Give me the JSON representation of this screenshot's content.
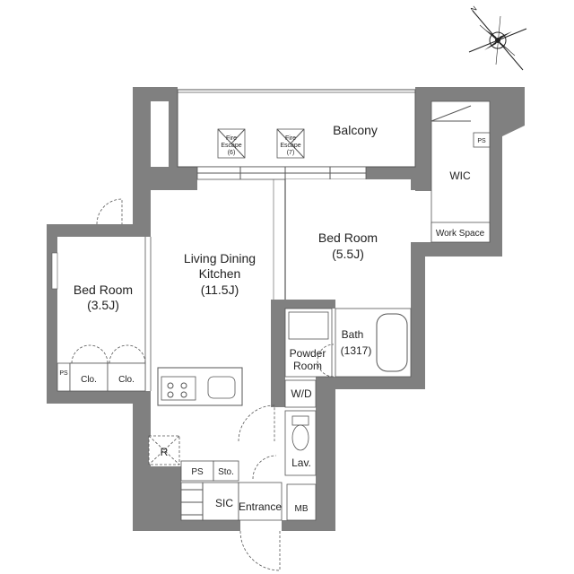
{
  "rooms": {
    "balcony": "Balcony",
    "wic": "WIC",
    "work_space": "Work Space",
    "ldk_line1": "Living Dining",
    "ldk_line2": "Kitchen",
    "ldk_size": "(11.5J)",
    "bed_main": "Bed Room",
    "bed_main_size": "(5.5J)",
    "bed_small": "Bed Room",
    "bed_small_size": "(3.5J)",
    "bath": "Bath",
    "bath_size": "(1317)",
    "powder_line1": "Powder",
    "powder_line2": "Room",
    "wd": "W/D",
    "lav": "Lav.",
    "clo1": "Clo.",
    "clo2": "Clo.",
    "ps_top": "PS",
    "ps_left": "PS",
    "ps_bottom": "PS",
    "sto": "Sto.",
    "sic": "SIC",
    "entrance": "Entrance",
    "mb": "MB",
    "r": "R"
  },
  "fire_escape_1": {
    "line1": "Fire",
    "line2": "Escape",
    "num": "(6)"
  },
  "fire_escape_2": {
    "line1": "Fire",
    "line2": "Escape",
    "num": "(7)"
  },
  "compass": {
    "north": "N"
  }
}
